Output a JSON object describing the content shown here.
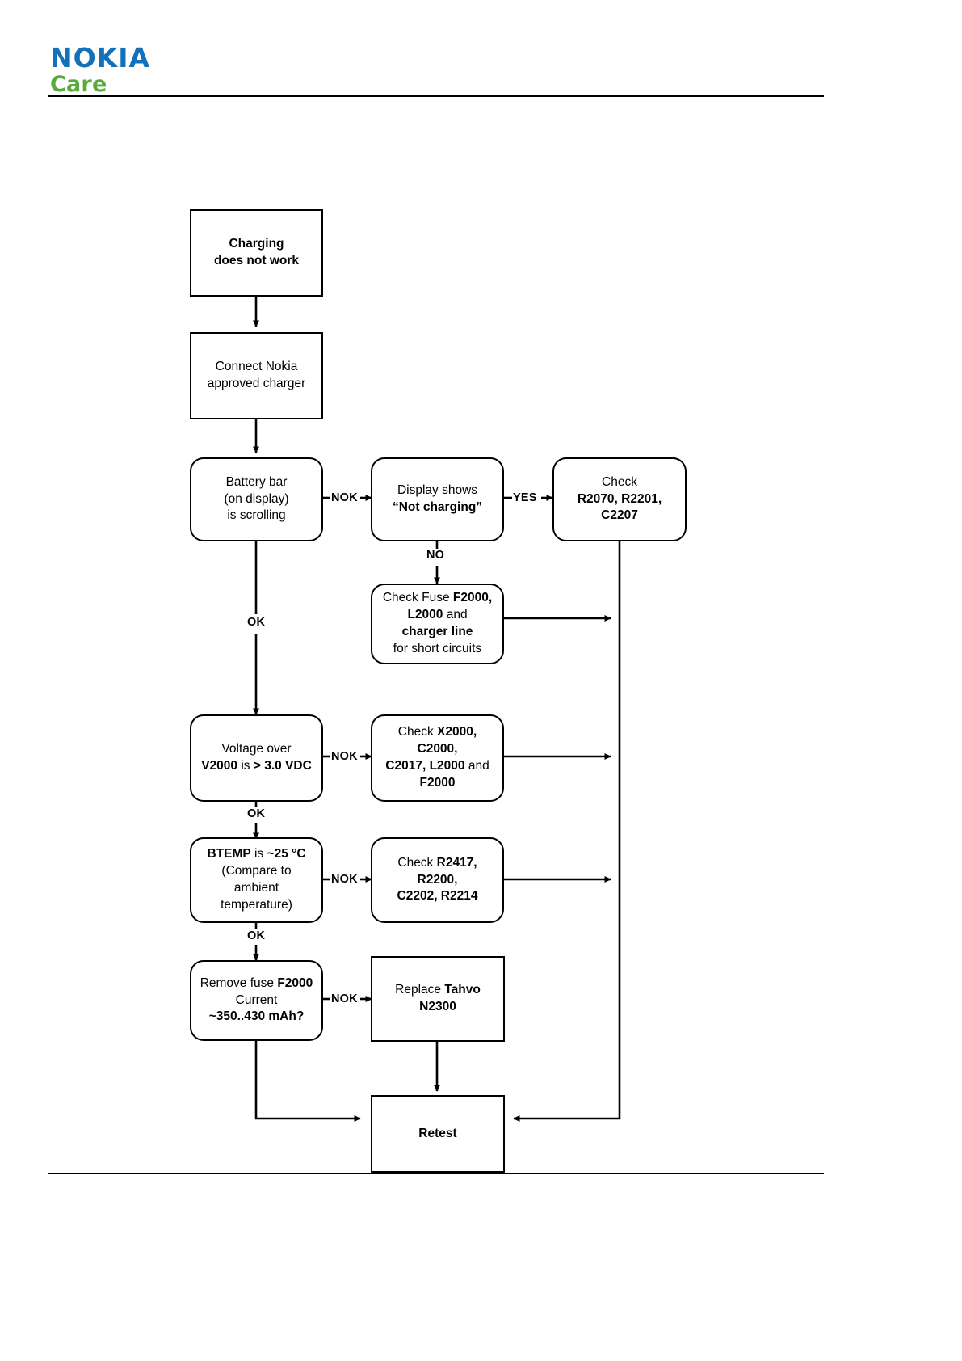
{
  "header": {
    "logo_primary": "NOKIA",
    "logo_secondary": "Care",
    "logo_primary_color": "#1271b8",
    "logo_secondary_color": "#5aa93c"
  },
  "chart_data": {
    "type": "diagram",
    "title": "Charging does not work troubleshooting flowchart",
    "nodes": [
      {
        "id": "n1",
        "shape": "rect",
        "text_html": "<b>Charging<br>does not work</b>",
        "text": "Charging does not work"
      },
      {
        "id": "n2",
        "shape": "rect",
        "text_html": "Connect Nokia<br>approved charger",
        "text": "Connect Nokia approved charger"
      },
      {
        "id": "n3",
        "shape": "rounded",
        "text_html": "Battery bar<br>(on display)<br>is scrolling",
        "text": "Battery bar (on display) is scrolling"
      },
      {
        "id": "n4",
        "shape": "rounded",
        "text_html": "Display shows<br><b>&ldquo;Not charging&rdquo;</b>",
        "text": "Display shows “Not charging”"
      },
      {
        "id": "n5",
        "shape": "rounded",
        "text_html": "Check<br><b>R2070, R2201, C2207</b>",
        "text": "Check R2070, R2201, C2207"
      },
      {
        "id": "n6",
        "shape": "rounded",
        "text_html": "Check Fuse <b>F2000,</b><br><b>L2000</b> and<br><b>charger line</b><br>for short circuits",
        "text": "Check Fuse F2000, L2000 and charger line for short circuits"
      },
      {
        "id": "n7",
        "shape": "rounded",
        "text_html": "Voltage over<br><b>V2000</b> is <b>&gt; 3.0 VDC</b>",
        "text": "Voltage over V2000 is > 3.0 VDC"
      },
      {
        "id": "n8",
        "shape": "rounded",
        "text_html": "Check <b>X2000, C2000,</b><br><b>C2017, L2000</b> and<br><b>F2000</b>",
        "text": "Check X2000, C2000, C2017, L2000 and F2000"
      },
      {
        "id": "n9",
        "shape": "rounded",
        "text_html": "<b>BTEMP</b> is <b>~25 &deg;C</b><br>(Compare to ambient<br>temperature)",
        "text": "BTEMP is ~25 °C (Compare to ambient temperature)"
      },
      {
        "id": "n10",
        "shape": "rounded",
        "text_html": "Check <b>R2417, R2200,</b><br><b>C2202, R2214</b>",
        "text": "Check R2417, R2200, C2202, R2214"
      },
      {
        "id": "n11",
        "shape": "rounded",
        "text_html": "Remove fuse <b>F2000</b><br>Current<br><b>~350..430 mAh?</b>",
        "text": "Remove fuse F2000 Current ~350..430 mAh?"
      },
      {
        "id": "n12",
        "shape": "rect",
        "text_html": "Replace <b>Tahvo N2300</b>",
        "text": "Replace Tahvo N2300"
      },
      {
        "id": "n13",
        "shape": "rect",
        "text_html": "<b>Retest</b>",
        "text": "Retest"
      }
    ],
    "edge_labels": [
      {
        "id": "e1",
        "text": "NOK"
      },
      {
        "id": "e2",
        "text": "YES"
      },
      {
        "id": "e3",
        "text": "NO"
      },
      {
        "id": "e4",
        "text": "OK"
      },
      {
        "id": "e5",
        "text": "NOK"
      },
      {
        "id": "e6",
        "text": "OK"
      },
      {
        "id": "e7",
        "text": "NOK"
      },
      {
        "id": "e8",
        "text": "OK"
      },
      {
        "id": "e9",
        "text": "NOK"
      }
    ]
  }
}
